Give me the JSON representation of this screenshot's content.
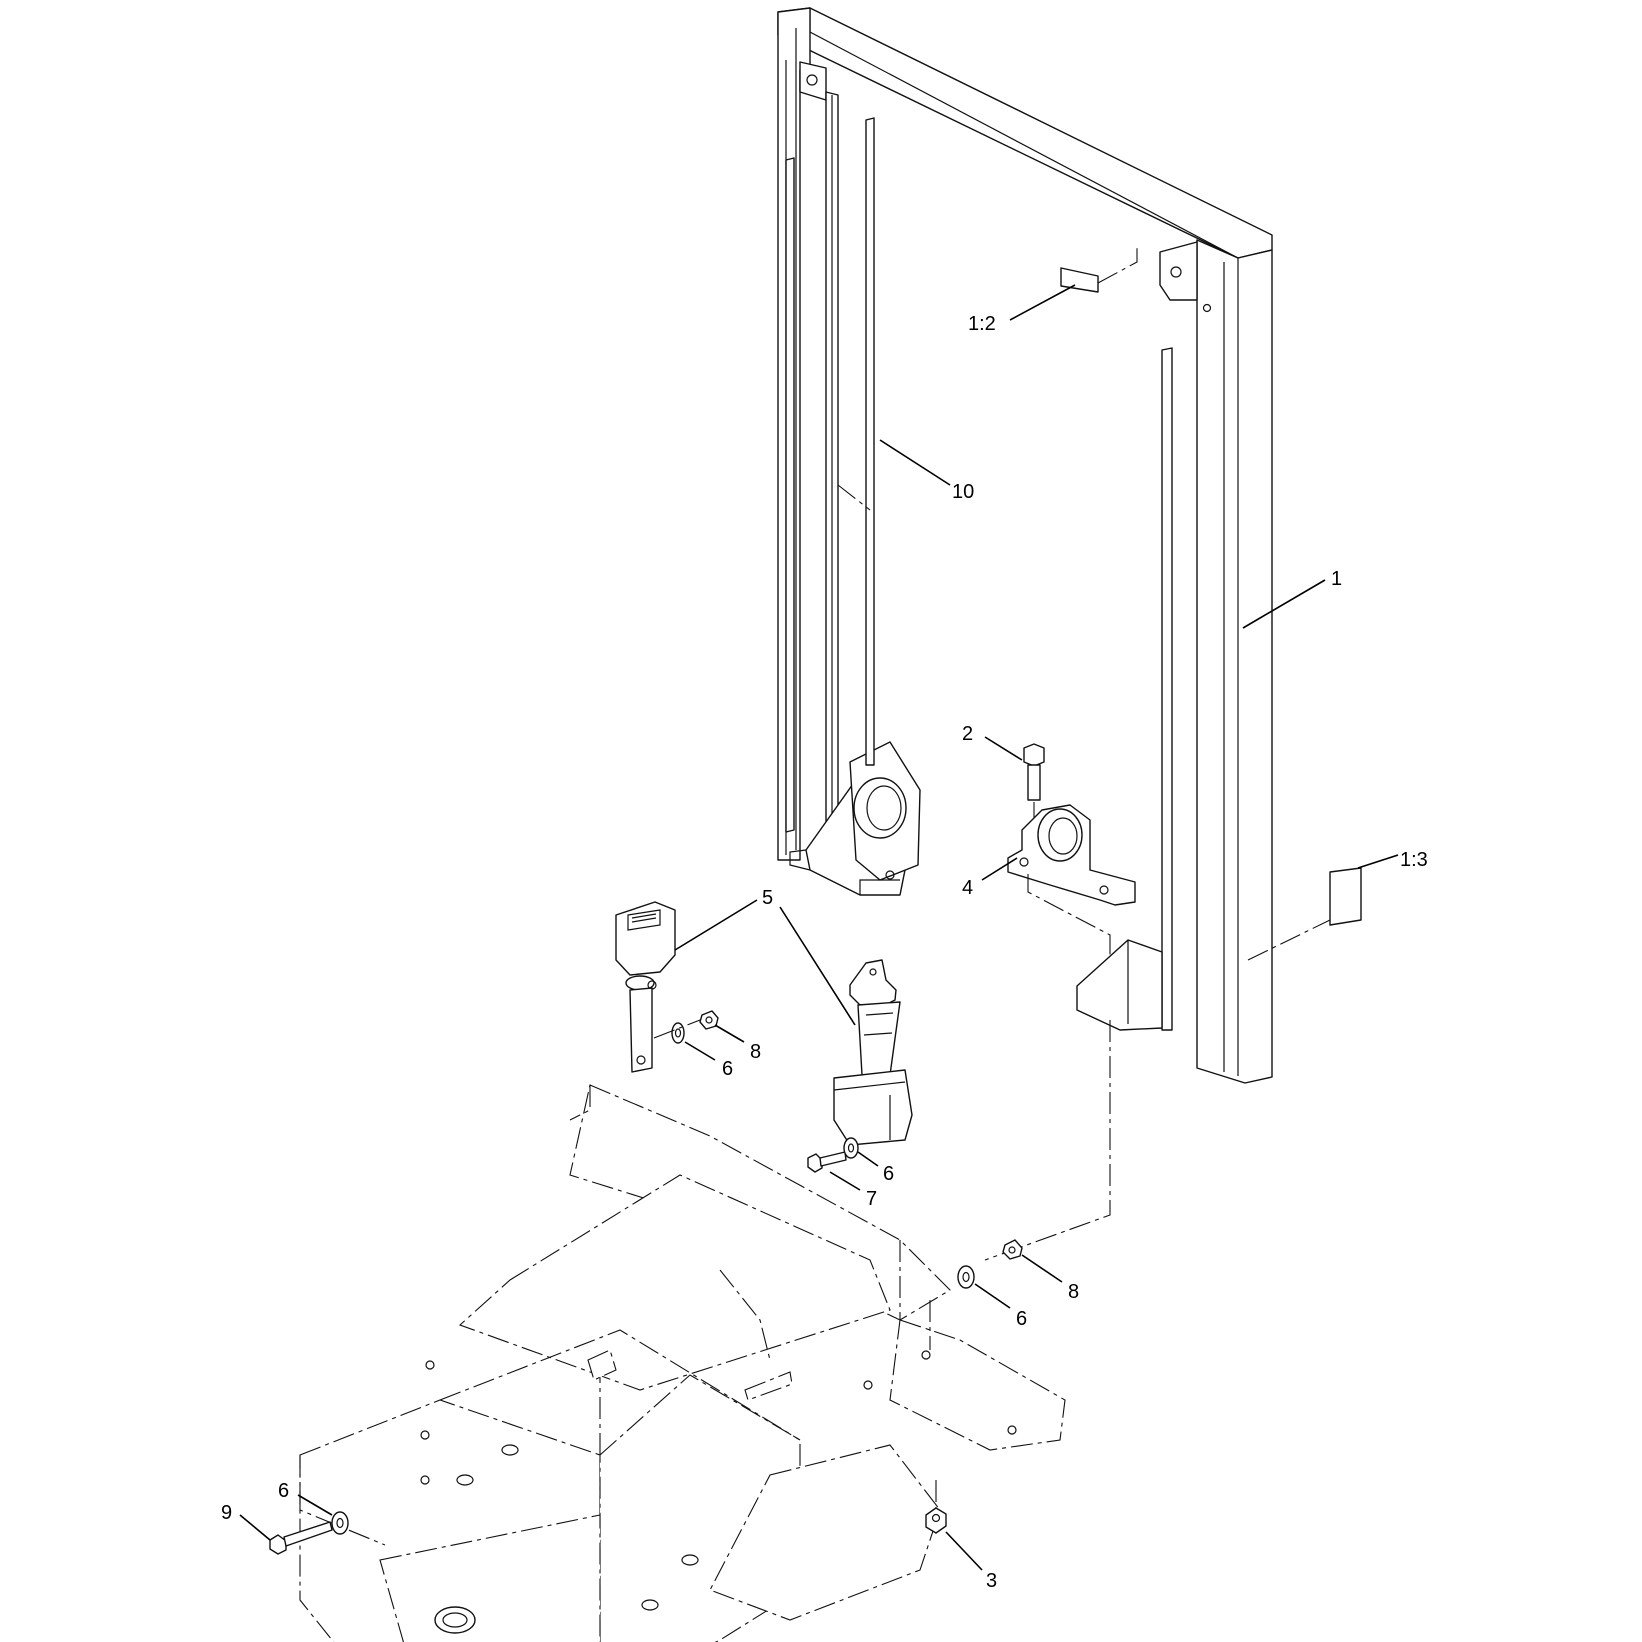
{
  "diagram": {
    "callouts": [
      {
        "id": "c-1-2",
        "label": "1:2"
      },
      {
        "id": "c-10",
        "label": "10"
      },
      {
        "id": "c-1",
        "label": "1"
      },
      {
        "id": "c-2",
        "label": "2"
      },
      {
        "id": "c-4",
        "label": "4"
      },
      {
        "id": "c-1-3",
        "label": "1:3"
      },
      {
        "id": "c-5",
        "label": "5"
      },
      {
        "id": "c-8a",
        "label": "8"
      },
      {
        "id": "c-6a",
        "label": "6"
      },
      {
        "id": "c-6b",
        "label": "6"
      },
      {
        "id": "c-7",
        "label": "7"
      },
      {
        "id": "c-8b",
        "label": "8"
      },
      {
        "id": "c-6c",
        "label": "6"
      },
      {
        "id": "c-6d",
        "label": "6"
      },
      {
        "id": "c-9",
        "label": "9"
      },
      {
        "id": "c-3",
        "label": "3"
      }
    ]
  }
}
